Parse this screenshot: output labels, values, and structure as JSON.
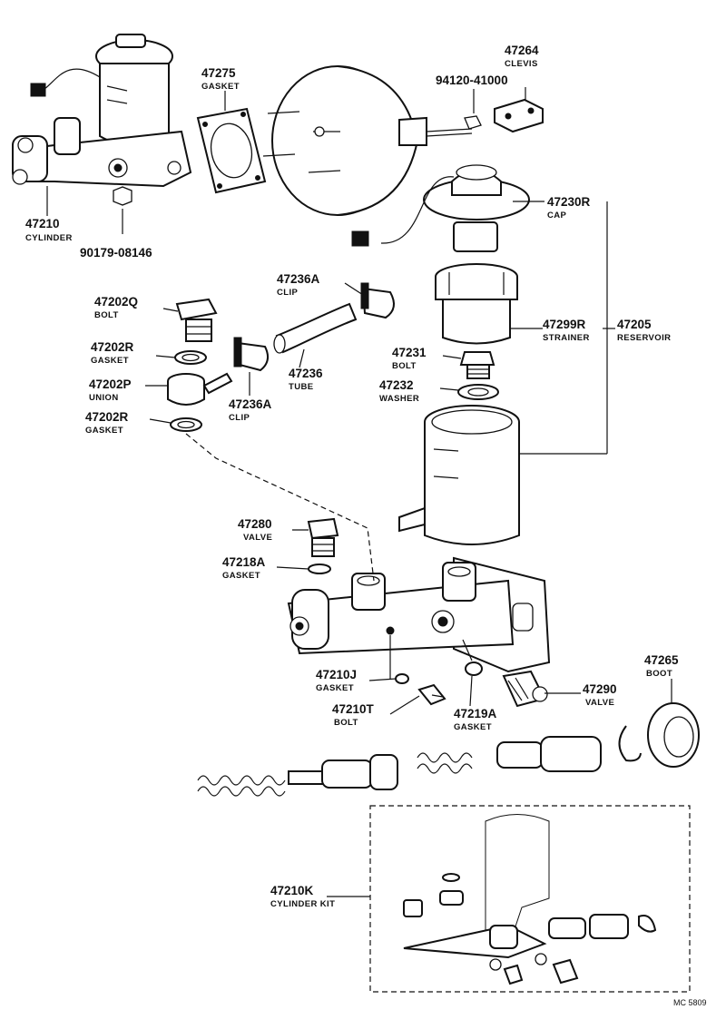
{
  "labels": {
    "p47210": {
      "num": "47210",
      "name": "CYLINDER"
    },
    "p90179": {
      "num": "90179-08146"
    },
    "p47275": {
      "num": "47275",
      "name": "GASKET"
    },
    "p94120": {
      "num": "94120-41000"
    },
    "p47264": {
      "num": "47264",
      "name": "CLEVIS"
    },
    "p47230R": {
      "num": "47230R",
      "name": "CAP"
    },
    "p47236A_top": {
      "num": "47236A",
      "name": "CLIP"
    },
    "p47202Q": {
      "num": "47202Q",
      "name": "BOLT"
    },
    "p47202R_a": {
      "num": "47202R",
      "name": "GASKET"
    },
    "p47202P": {
      "num": "47202P",
      "name": "UNION"
    },
    "p47202R_b": {
      "num": "47202R",
      "name": "GASKET"
    },
    "p47236": {
      "num": "47236",
      "name": "TUBE"
    },
    "p47236A_bot": {
      "num": "47236A",
      "name": "CLIP"
    },
    "p47299R": {
      "num": "47299R",
      "name": "STRAINER"
    },
    "p47205": {
      "num": "47205",
      "name": "RESERVOIR"
    },
    "p47231": {
      "num": "47231",
      "name": "BOLT"
    },
    "p47232": {
      "num": "47232",
      "name": "WASHER"
    },
    "p47280": {
      "num": "47280",
      "name": "VALVE"
    },
    "p47218A": {
      "num": "47218A",
      "name": "GASKET"
    },
    "p47210J": {
      "num": "47210J",
      "name": "GASKET"
    },
    "p47210T": {
      "num": "47210T",
      "name": "BOLT"
    },
    "p47219A": {
      "num": "47219A",
      "name": "GASKET"
    },
    "p47290": {
      "num": "47290",
      "name": "VALVE"
    },
    "p47265": {
      "num": "47265",
      "name": "BOOT"
    },
    "p47210K": {
      "num": "47210K",
      "name": "CYLINDER KIT"
    }
  },
  "diagram_code": "MC 5809"
}
